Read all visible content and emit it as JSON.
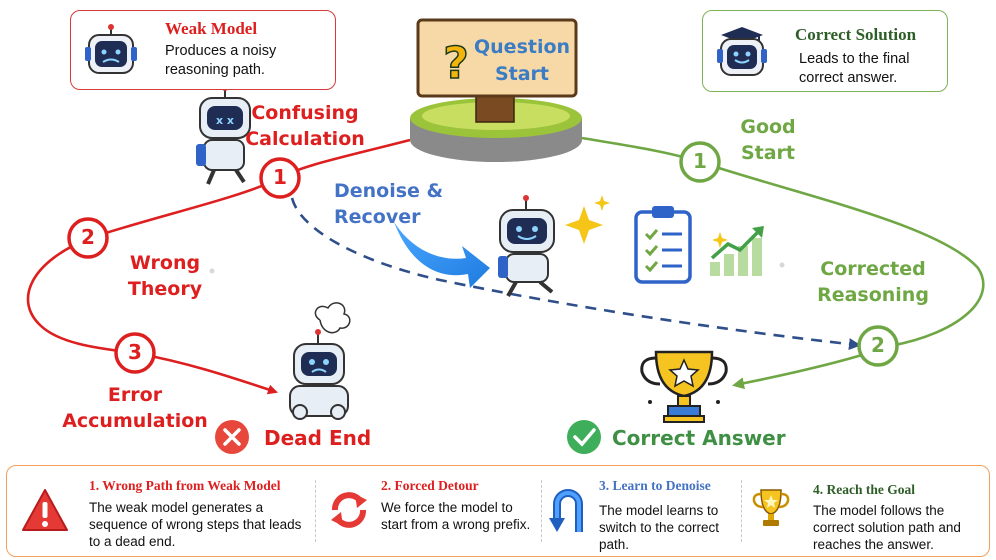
{
  "cards": {
    "weak_model": {
      "title": "Weak Model",
      "text_line1": "Produces a noisy",
      "text_line2": "reasoning path."
    },
    "correct_solution": {
      "title": "Correct Solution",
      "text_line1": "Leads to the final",
      "text_line2": "correct answer."
    }
  },
  "sign": {
    "line1": "Question",
    "line2": "Start"
  },
  "red_path": {
    "step1": {
      "number": "1",
      "label_line1": "Confusing",
      "label_line2": "Calculation"
    },
    "step2": {
      "number": "2",
      "label_line1": "Wrong",
      "label_line2": "Theory"
    },
    "step3": {
      "number": "3",
      "label_line1": "Error",
      "label_line2": "Accumulation"
    }
  },
  "green_path": {
    "step1": {
      "number": "1",
      "label_line1": "Good",
      "label_line2": "Start"
    },
    "step2": {
      "number": "2",
      "label_line1": "Corrected",
      "label_line2": "Reasoning"
    }
  },
  "detour_label": "Denoise & Recover",
  "outcomes": {
    "dead_end": "Dead End",
    "correct_answer": "Correct Answer"
  },
  "legend": [
    {
      "title": "1. Wrong Path from Weak Model",
      "lines": [
        "The weak model generates a",
        "sequence of wrong steps that leads",
        "to a dead end."
      ],
      "icon": "warning-icon"
    },
    {
      "title": "2. Forced Detour",
      "lines": [
        "We force the model to",
        "start from a wrong prefix."
      ],
      "icon": "refresh-arrows-icon"
    },
    {
      "title": "3. Learn to Denoise",
      "lines": [
        "The model learns to",
        "switch to the correct",
        "path."
      ],
      "icon": "u-turn-arrow-icon"
    },
    {
      "title": "4. Reach the Goal",
      "lines": [
        "The model follows the",
        "correct solution path and",
        "reaches the answer."
      ],
      "icon": "trophy-icon"
    }
  ],
  "colors": {
    "red": "#dd1f1f",
    "green": "#6fa745",
    "blue": "#4472c4",
    "orange_border": "#f0a060"
  }
}
